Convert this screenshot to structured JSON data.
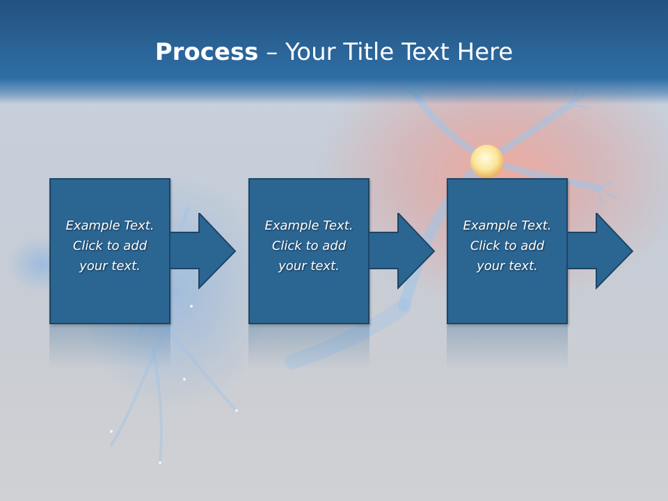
{
  "slide": {
    "title_bold": "Process",
    "title_rest": " – Your Title Text Here"
  },
  "steps": [
    {
      "line1": "Example Text.",
      "line2": "Click  to add",
      "line3": "your text."
    },
    {
      "line1": "Example Text.",
      "line2": "Click  to add",
      "line3": "your text."
    },
    {
      "line1": "Example Text.",
      "line2": "Click  to add",
      "line3": "your text."
    }
  ],
  "colors": {
    "title_band": "#2a6396",
    "box_fill": "#2b6592",
    "box_border": "#1c4466",
    "text": "#ffffff"
  },
  "icons": [
    "right-arrow-icon"
  ]
}
